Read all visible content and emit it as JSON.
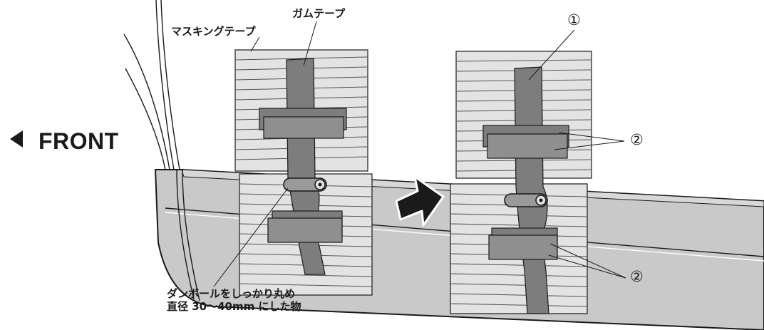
{
  "labels": {
    "front": "FRONT",
    "masking_tape": "マスキングテープ",
    "gum_tape": "ガムテープ",
    "mark_1": "①",
    "mark_2_upper": "②",
    "mark_2_lower": "②",
    "cardboard_line1": "ダンボールをしっかり丸め",
    "cardboard_line2": "直径 30〜40mm にした物"
  },
  "colors": {
    "body_panel": "#c9c9c9",
    "body_panel_light": "#d6d6d6",
    "masking_tape": "#e3e3e3",
    "gum_tape": "#7d7d7d",
    "outline": "#1a1a1a"
  },
  "icons": {
    "direction_arrow": "arrow-right-icon",
    "front_pointer": "triangle-left-icon"
  }
}
